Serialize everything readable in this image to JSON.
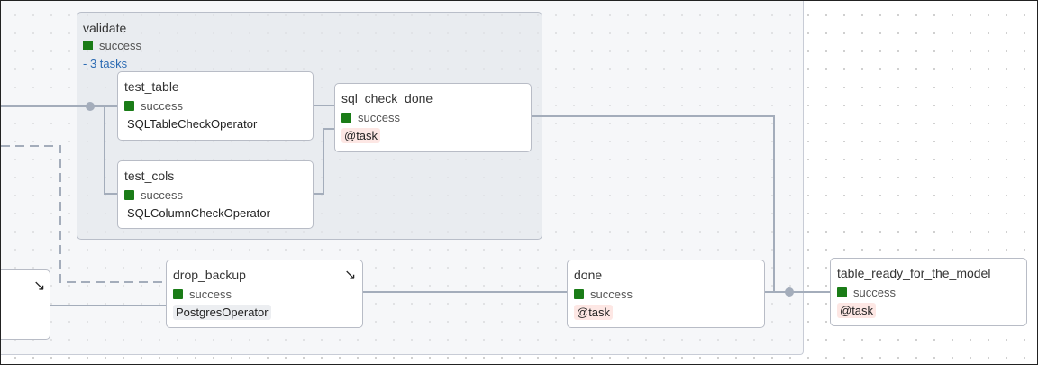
{
  "colors": {
    "success": "#1a7c17",
    "edge": "#a4adbb",
    "link": "#2c6bb3"
  },
  "icons": {
    "expand": "expand-arrow-icon",
    "status": "success-square-icon"
  },
  "group": {
    "title": "validate",
    "status": "success",
    "tasks_link": "- 3 tasks"
  },
  "nodes": {
    "test_table": {
      "name": "test_table",
      "status": "success",
      "operator": "SQLTableCheckOperator"
    },
    "test_cols": {
      "name": "test_cols",
      "status": "success",
      "operator": "SQLColumnCheckOperator"
    },
    "sql_check_done": {
      "name": "sql_check_done",
      "status": "success",
      "operator": "@task"
    },
    "drop_backup": {
      "name": "drop_backup",
      "status": "success",
      "operator": "PostgresOperator"
    },
    "done": {
      "name": "done",
      "status": "success",
      "operator": "@task"
    },
    "table_ready": {
      "name": "table_ready_for_the_model",
      "status": "success",
      "operator": "@task"
    }
  }
}
